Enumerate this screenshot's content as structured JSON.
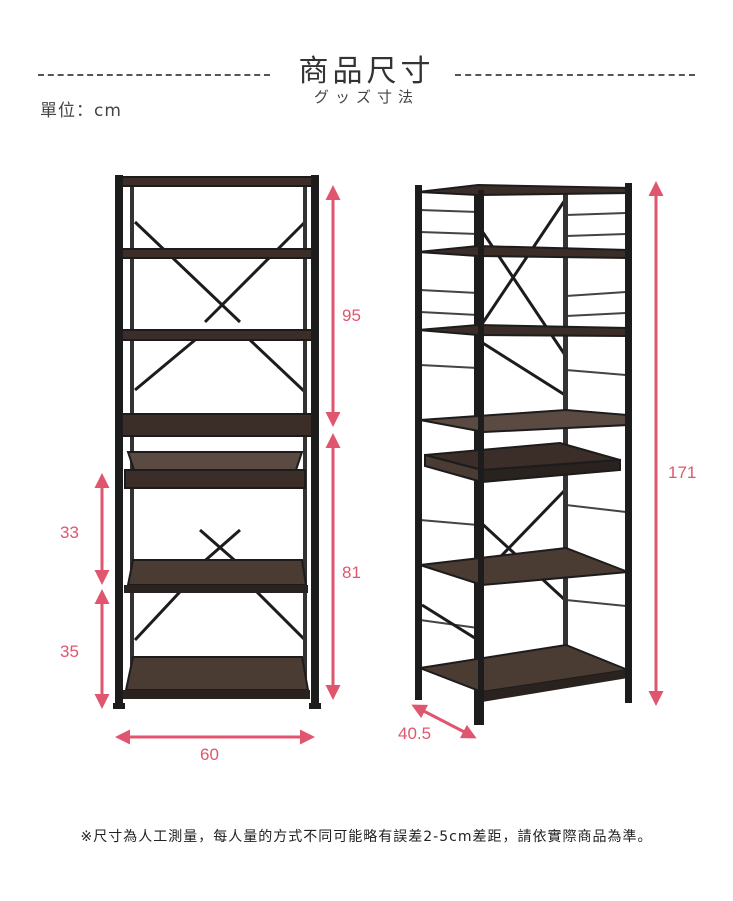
{
  "header": {
    "title": "商品尺寸",
    "subtitle": "グッズ寸法",
    "unit_label": "單位：cm"
  },
  "dimensions": {
    "upper_height": "95",
    "lower_height": "81",
    "total_height": "171",
    "drawer_gap": "33",
    "bottom_gap": "35",
    "width": "60",
    "depth": "40.5"
  },
  "footer": {
    "note": "※尺寸為人工測量，每人量的方式不同可能略有誤差2-5cm差距，請依實際商品為準。"
  },
  "colors": {
    "frame": "#1c1c1c",
    "shelf": "#3b2e28",
    "shelf_side": "#5a4a42",
    "arrow": "#e0566e",
    "dash": "#555555"
  }
}
